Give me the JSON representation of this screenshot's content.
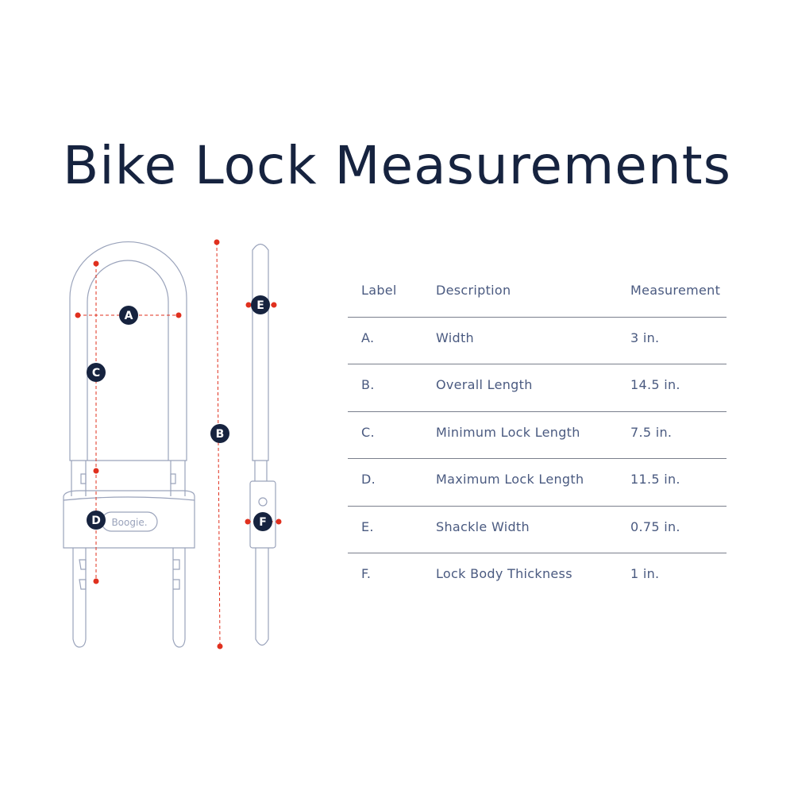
{
  "title": "Bike Lock Measurements",
  "diagram": {
    "markers": [
      "A",
      "B",
      "C",
      "D",
      "E",
      "F"
    ],
    "brand": "Boogie."
  },
  "table": {
    "headers": [
      "Label",
      "Description",
      "Measurement"
    ],
    "rows": [
      [
        "A.",
        "Width",
        "3 in."
      ],
      [
        "B.",
        "Overall Length",
        "14.5 in."
      ],
      [
        "C.",
        "Minimum Lock Length",
        "7.5 in."
      ],
      [
        "D.",
        "Maximum Lock Length",
        "11.5 in."
      ],
      [
        "E.",
        "Shackle Width",
        "0.75 in."
      ],
      [
        "F.",
        "Lock Body Thickness",
        "1 in."
      ]
    ]
  },
  "colors": {
    "navy": "#16233f",
    "red": "#e0301e",
    "line": "#9aa3bb"
  }
}
